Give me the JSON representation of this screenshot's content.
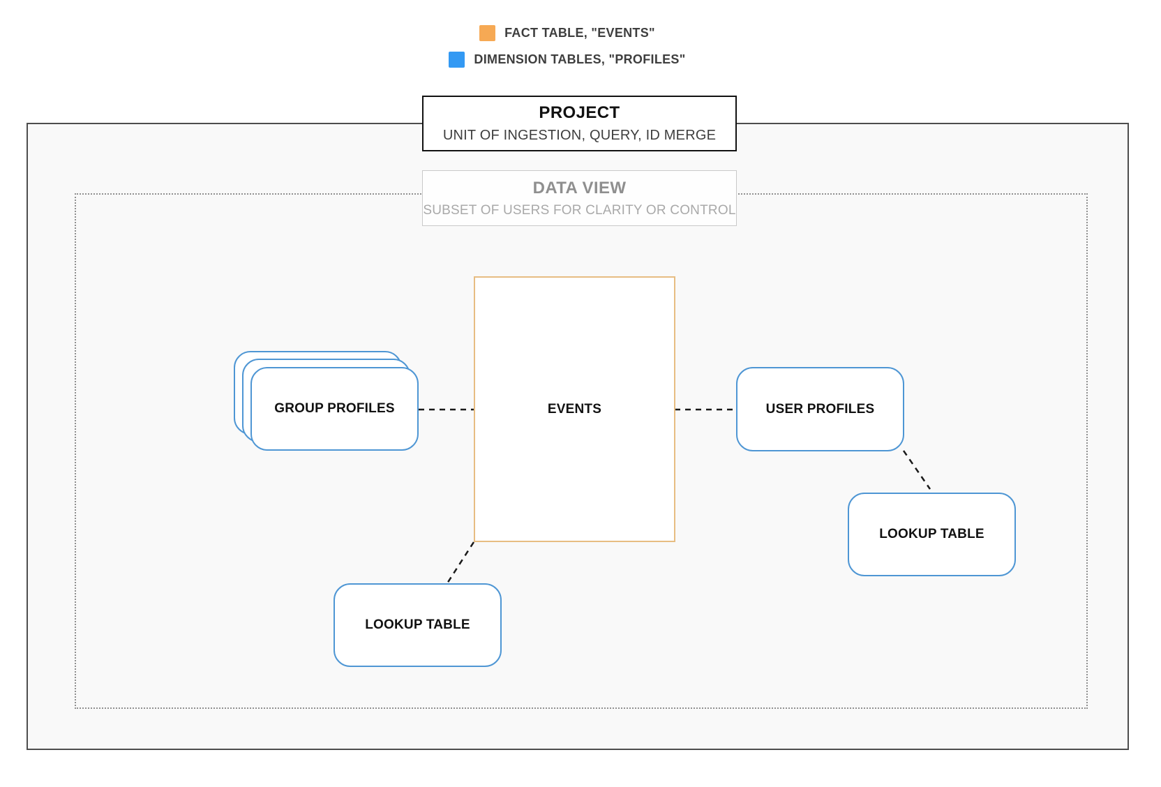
{
  "legend": {
    "items": [
      {
        "id": "fact",
        "label": "FACT TABLE, \"EVENTS\"",
        "color": "#F6A954"
      },
      {
        "id": "dimension",
        "label": "DIMENSION TABLES, \"PROFILES\"",
        "color": "#3399F3"
      }
    ]
  },
  "containers": {
    "project": {
      "title": "PROJECT",
      "subtitle": "UNIT OF INGESTION, QUERY, ID MERGE"
    },
    "data_view": {
      "title": "DATA VIEW",
      "subtitle": "SUBSET OF USERS FOR CLARITY OR CONTROL"
    }
  },
  "nodes": {
    "events": {
      "label": "EVENTS",
      "type": "fact"
    },
    "group_profiles": {
      "label": "GROUP PROFILES",
      "type": "dimension",
      "stacked": true
    },
    "user_profiles": {
      "label": "USER PROFILES",
      "type": "dimension"
    },
    "lookup_left": {
      "label": "LOOKUP TABLE",
      "type": "dimension"
    },
    "lookup_right": {
      "label": "LOOKUP TABLE",
      "type": "dimension"
    }
  },
  "edges": [
    {
      "from": "group_profiles",
      "to": "events",
      "style": "dashed"
    },
    {
      "from": "events",
      "to": "user_profiles",
      "style": "dashed"
    },
    {
      "from": "user_profiles",
      "to": "lookup_right",
      "style": "dashed"
    },
    {
      "from": "events",
      "to": "lookup_left",
      "style": "dashed"
    }
  ],
  "colors": {
    "fact_swatch": "#F6A954",
    "dimension_swatch": "#3399F3",
    "fact_border": "#E7BD82",
    "dimension_border": "#4E96D4",
    "outer_border": "#4D4D4D",
    "dotted_border": "#8F8F8F",
    "connector": "#1A1A1A"
  }
}
